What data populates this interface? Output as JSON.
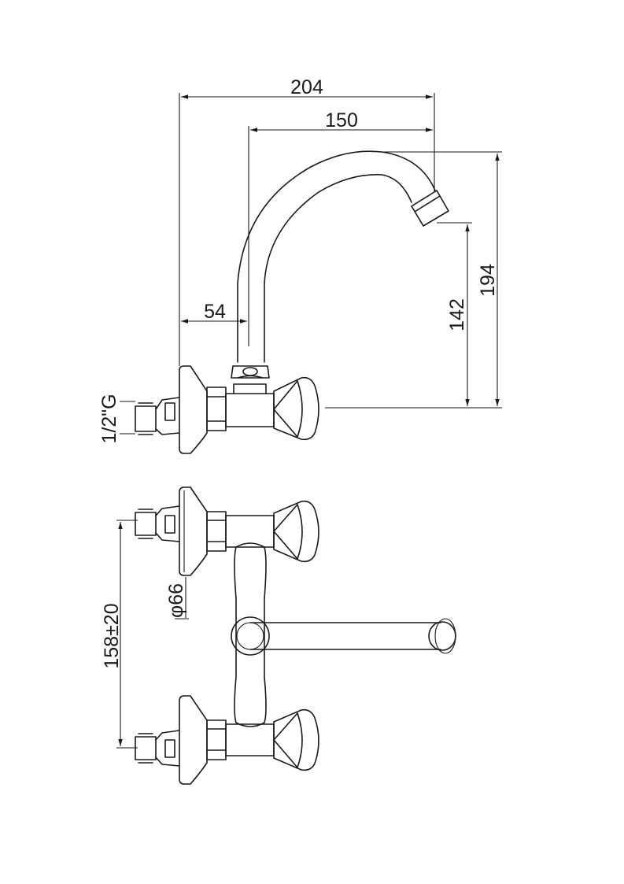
{
  "dimensions": {
    "overall_width": "204",
    "spout_reach": "150",
    "wall_to_spout": "54",
    "outlet_height": "142",
    "total_height": "194",
    "thread": "1/2\"G",
    "flange_diameter": "φ66",
    "center_distance": "158±20"
  },
  "colors": {
    "line": "#1a1a1a",
    "background": "#ffffff"
  }
}
